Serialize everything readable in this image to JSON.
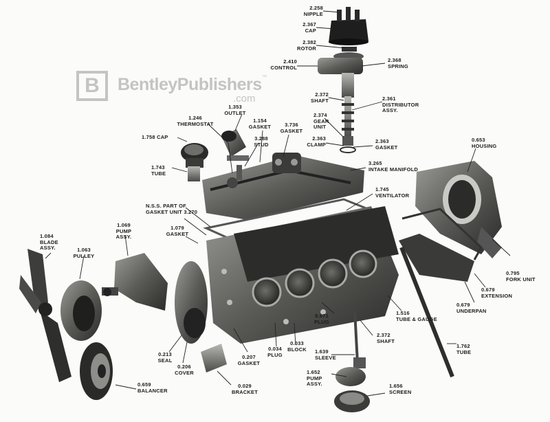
{
  "watermark": {
    "letter": "B",
    "name": "BentleyPublishers",
    "tm": "™",
    "domain": ".com"
  },
  "labels": {
    "nipple": {
      "num": "2.258",
      "name": "NIPPLE"
    },
    "cap_dist": {
      "num": "2.367",
      "name": "CAP"
    },
    "rotor": {
      "num": "2.382",
      "name": "ROTOR"
    },
    "control": {
      "num": "2.410",
      "name": "CONTROL"
    },
    "spring": {
      "num": "2.368",
      "name": "SPRING"
    },
    "shaft_dist": {
      "num": "2.372",
      "name": "SHAFT"
    },
    "distributor": {
      "num": "2.361",
      "name": "DISTRIBUTOR",
      "name2": "ASSY."
    },
    "thermostat": {
      "num": "1.246",
      "name": "THERMOSTAT"
    },
    "outlet": {
      "num": "1.353",
      "name": "OUTLET"
    },
    "gasket_1154": {
      "num": "1.154",
      "name": "GASKET"
    },
    "gasket_3736": {
      "num": "3.736",
      "name": "GASKET"
    },
    "gear_unit": {
      "num": "2.374",
      "name": "GEAR",
      "name2": "UNIT"
    },
    "cap_1758": {
      "num": "1.758",
      "name": "CAP"
    },
    "stud": {
      "num": "3.288",
      "name": "STUD"
    },
    "clamp": {
      "num": "2.363",
      "name": "CLAMP"
    },
    "gasket_2363": {
      "num": "2.363",
      "name": "GASKET"
    },
    "housing": {
      "num": "0.653",
      "name": "HOUSING"
    },
    "tube_1743": {
      "num": "1.743",
      "name": "TUBE"
    },
    "intake": {
      "num": "3.265",
      "name": "INTAKE MANIFOLD"
    },
    "ventilator": {
      "num": "1.745",
      "name": "VENTILATOR"
    },
    "nss": {
      "line1": "N.S.S. PART OF",
      "line2": "GASKET UNIT 3.270"
    },
    "pump_1069": {
      "num": "1.069",
      "name": "PUMP",
      "name2": "ASSY."
    },
    "gasket_1079": {
      "num": "1.079",
      "name": "GASKET"
    },
    "blade": {
      "num": "1.084",
      "name": "BLADE",
      "name2": "ASSY."
    },
    "pulley": {
      "num": "1.063",
      "name": "PULLEY"
    },
    "fork": {
      "num": "0.795",
      "name": "FORK UNIT"
    },
    "extension": {
      "num": "0.679",
      "name": "EXTENSION"
    },
    "underpan": {
      "num": "0.679",
      "name": "UNDERPAN"
    },
    "tube_gauge": {
      "num": "1.516",
      "name": "TUBE & GAUGE"
    },
    "plug_8971": {
      "num": "8.971",
      "name": "PLUG"
    },
    "shaft_2372": {
      "num": "2.372",
      "name": "SHAFT"
    },
    "tube_1762": {
      "num": "1.762",
      "name": "TUBE"
    },
    "seal": {
      "num": "0.213",
      "name": "SEAL"
    },
    "cover": {
      "num": "0.206",
      "name": "COVER"
    },
    "plug_0034": {
      "num": "0.034",
      "name": "PLUG"
    },
    "block": {
      "num": "0.033",
      "name": "BLOCK"
    },
    "gasket_0207": {
      "num": "0.207",
      "name": "GASKET"
    },
    "sleeve": {
      "num": "1.639",
      "name": "SLEEVE"
    },
    "pump_1652": {
      "num": "1.652",
      "name": "PUMP",
      "name2": "ASSY."
    },
    "screen": {
      "num": "1.656",
      "name": "SCREEN"
    },
    "balancer": {
      "num": "0.659",
      "name": "BALANCER"
    },
    "bracket": {
      "num": "0.029",
      "name": "BRACKET"
    }
  }
}
